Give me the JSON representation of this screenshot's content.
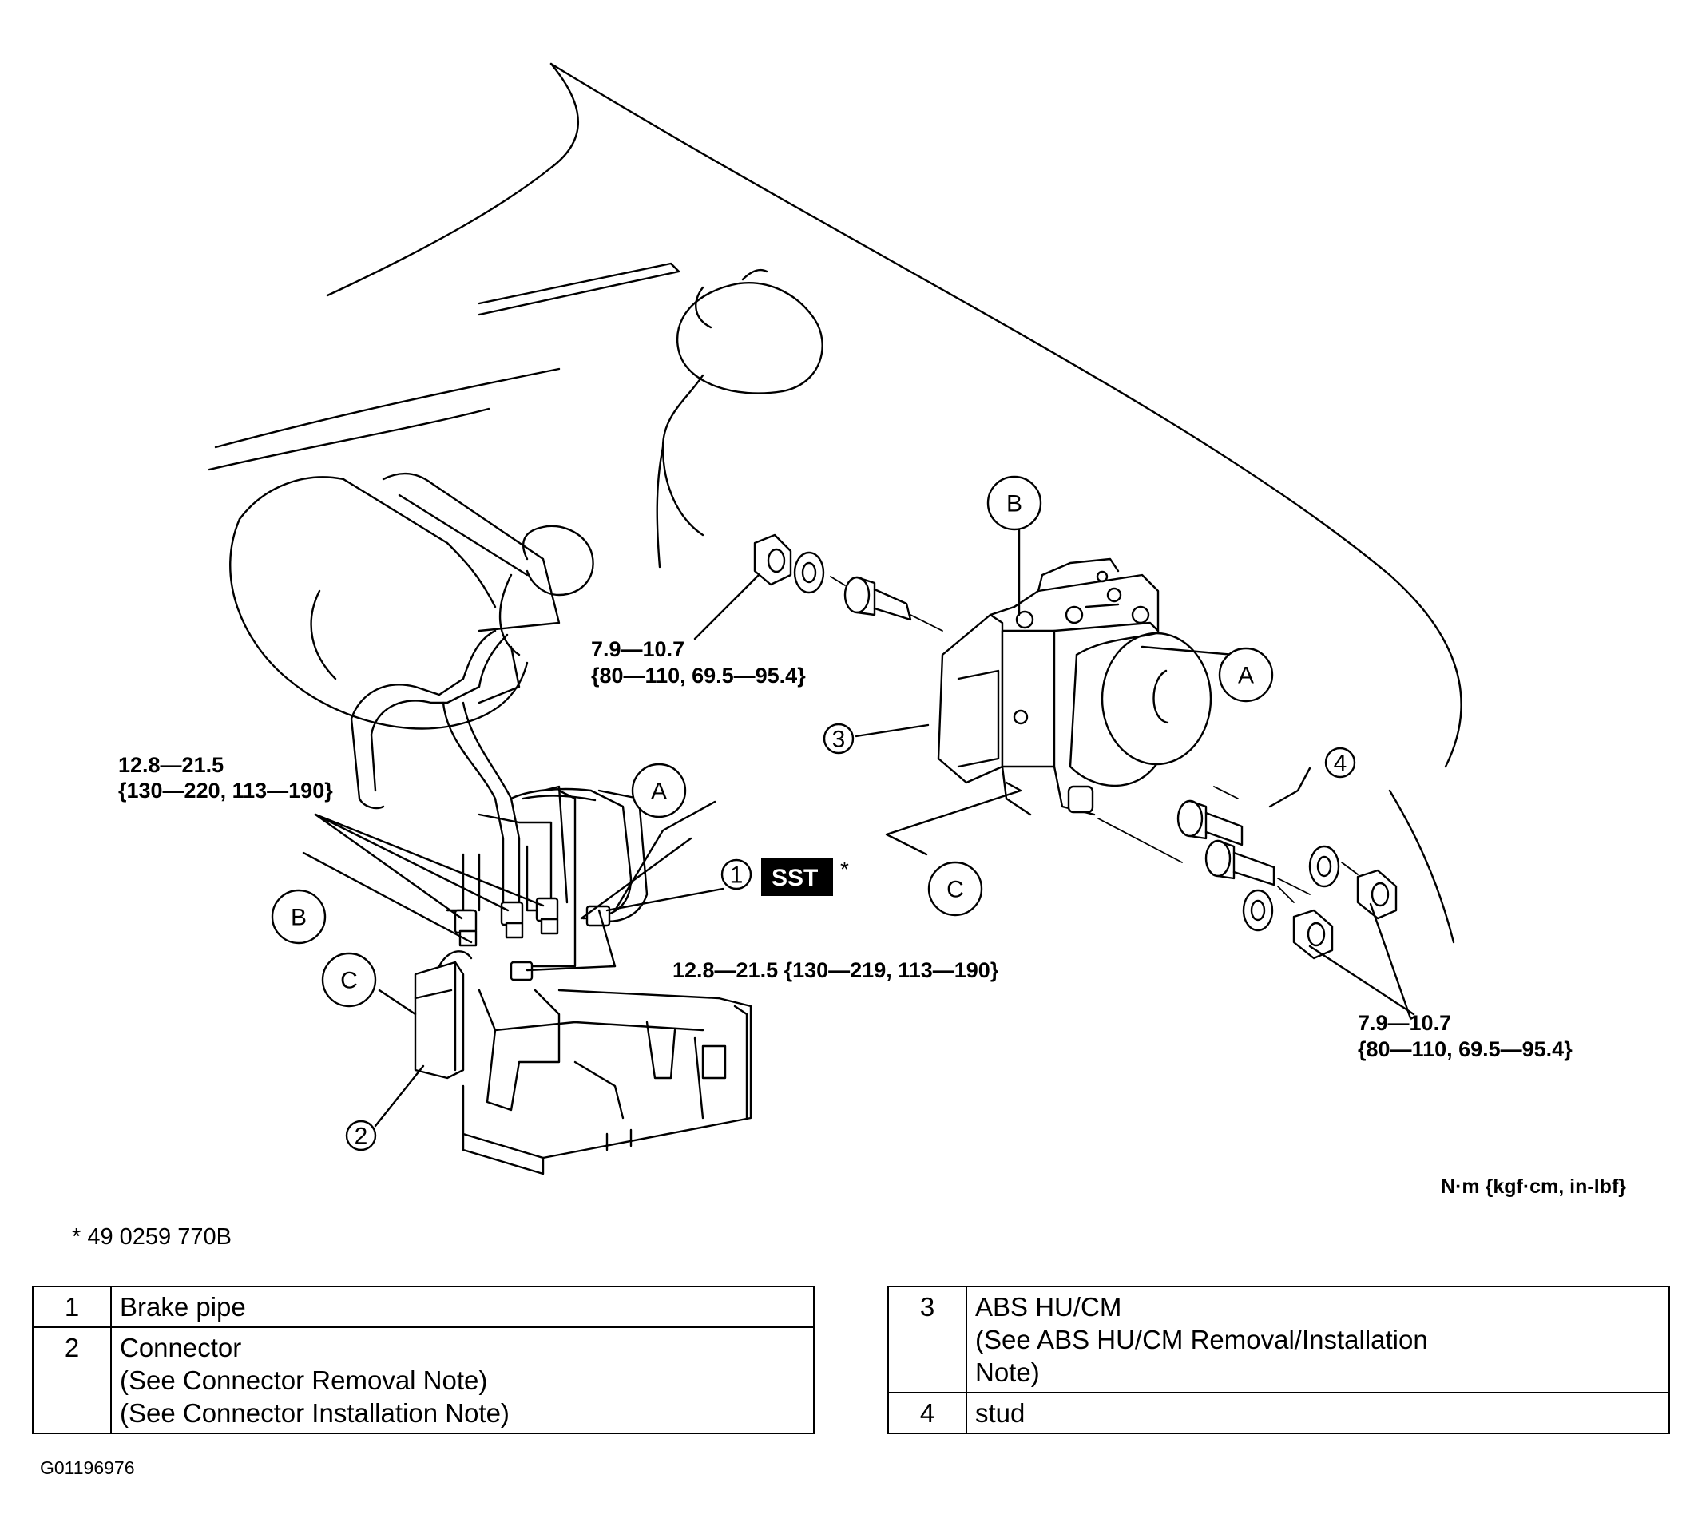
{
  "callouts": {
    "a": "A",
    "b": "B",
    "c": "C"
  },
  "part_numbers": {
    "p1": "1",
    "p2": "2",
    "p3": "3",
    "p4": "4"
  },
  "sst": {
    "label": "SST",
    "asterisk": "*"
  },
  "torque_specs": {
    "nut_upper": [
      "7.9—10.7",
      "{80—110, 69.5—95.4}"
    ],
    "nut_lower": [
      "7.9—10.7",
      "{80—110, 69.5—95.4}"
    ],
    "pipes_left": [
      "12.8—21.5",
      "{130—220, 113—190}"
    ],
    "pipe_front": "12.8—21.5 {130—219, 113—190}"
  },
  "units": "N·m {kgf·cm, in-lbf}",
  "footnote": "* 49 0259 770B",
  "parts_table_left": [
    {
      "num": "1",
      "desc": "Brake pipe"
    },
    {
      "num": "2",
      "desc": "Connector\n(See Connector Removal Note)\n(See Connector Installation Note)"
    }
  ],
  "parts_table_right": [
    {
      "num": "3",
      "desc": "ABS HU/CM\n(See ABS HU/CM Removal/Installation\nNote)"
    },
    {
      "num": "4",
      "desc": "stud"
    }
  ],
  "figure_id": "G01196976"
}
